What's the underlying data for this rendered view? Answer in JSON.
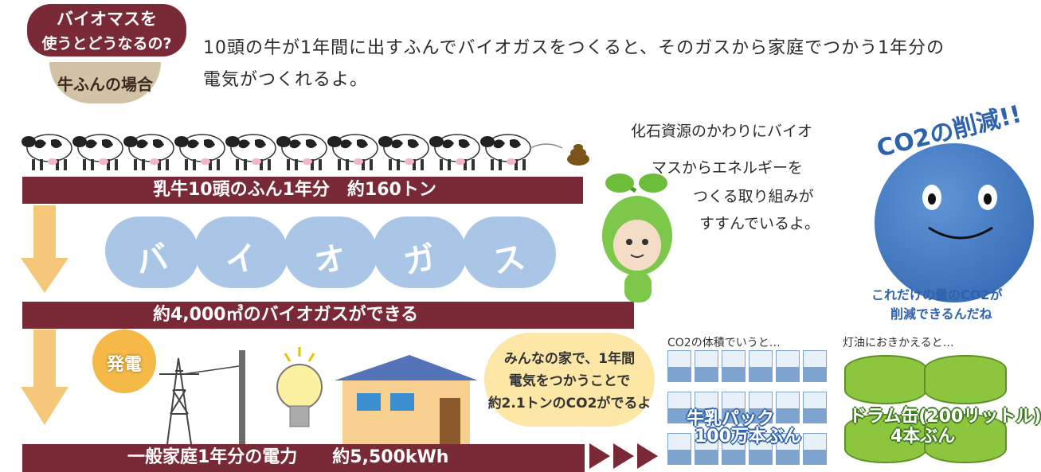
{
  "header": {
    "badge_line1": "バイオマスを",
    "badge_line2": "使うとどうなるの?",
    "badge_sub": "牛ふんの場合",
    "intro_line1": "10頭の牛が1年間に出すふんでバイオガスをつくると、そのガスから家庭でつかう1年分の",
    "intro_line2": "電気がつくれるよ。"
  },
  "bars": {
    "manure": "乳牛10頭のふん1年分　約160トン",
    "biogas": "約4,000㎥のバイオガスができる",
    "electricity": "一般家庭1年分の電力　　約5,500kWh"
  },
  "biogas_clouds": [
    "バ",
    "イ",
    "オ",
    "ガ",
    "ス"
  ],
  "power": {
    "label": "発電"
  },
  "bubble": {
    "line1": "みんなの家で、1年間",
    "line2": "電気をつかうことで",
    "line3": "約2.1トンのCO2がでるよ"
  },
  "mascot": {
    "line1": "化石資源のかわりにバイオ",
    "line2": "マスからエネルギーを",
    "line3": "つくる取り組みが",
    "line4": "すすんでいるよ。"
  },
  "earth": {
    "title": "CO2の削減!!",
    "caption1": "これだけの量のCO2が",
    "caption2": "削減できるんだね"
  },
  "milk": {
    "heading": "CO2の体積でいうと…",
    "label1": "牛乳パック",
    "label2": "100万本ぶん"
  },
  "drums": {
    "heading": "灯油におきかえると…",
    "label1": "ドラム缶(200リットル)",
    "label2": "4本ぶん"
  },
  "colors": {
    "bar": "#7a2a36",
    "arrow": "#f5c77a",
    "cloud": "#a9c6e6",
    "earth": "#2f62ad",
    "drum": "#8cc63f"
  },
  "icons": [
    "cow-icon",
    "manure-icon",
    "pylon-icon",
    "bulb-icon",
    "house-icon",
    "mascot-icon",
    "earth-icon",
    "milk-carton-icon",
    "drum-icon",
    "triangle-arrow-icon"
  ]
}
